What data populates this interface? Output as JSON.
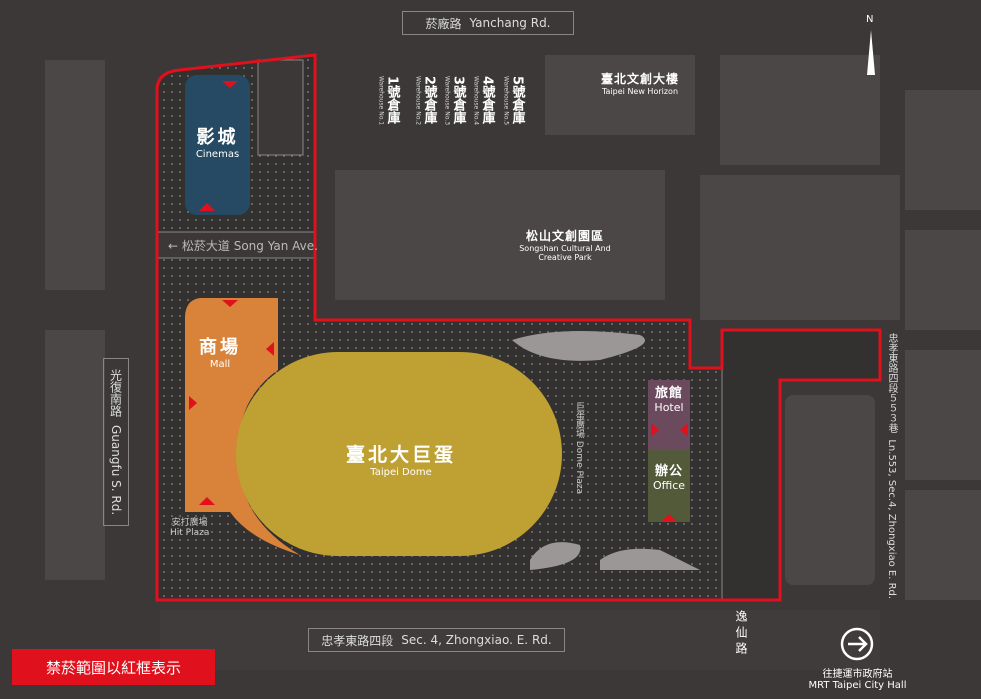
{
  "roads": {
    "yanchang": {
      "zh": "菸廠路",
      "en": "Yanchang Rd."
    },
    "songyan": {
      "zh": "← 松菸大道",
      "en": "Song Yan Ave."
    },
    "guangfu": {
      "zh": "光復南路",
      "en": "Guangfu S. Rd."
    },
    "zhongxiao": {
      "zh": "忠孝東路四段",
      "en": "Sec. 4, Zhongxiao. E. Rd."
    },
    "lane553": {
      "zh": "忠孝東路四段５５３巷",
      "en": "Ln.553, Sec.4, Zhongxiao E. Rd."
    },
    "yixian": {
      "zh": "逸仙路"
    }
  },
  "buildings": {
    "cinemas": {
      "zh": "影城",
      "en": "Cinemas"
    },
    "mall": {
      "zh": "商場",
      "en": "Mall"
    },
    "dome": {
      "zh": "臺北大巨蛋",
      "en": "Taipei Dome"
    },
    "hotel": {
      "zh": "旅館",
      "en": "Hotel"
    },
    "office": {
      "zh": "辦公",
      "en": "Office"
    },
    "hit_plaza": {
      "zh": "安打廣場",
      "en": "Hit Plaza"
    },
    "dome_plaza": {
      "zh": "巨蛋廣場",
      "en": "Dome Plaza"
    },
    "new_horizon": {
      "zh": "臺北文創大樓",
      "en": "Taipei New Horizon"
    },
    "songshan": {
      "zh": "松山文創園區",
      "en1": "Songshan Cultural And",
      "en2": "Creative Park"
    },
    "warehouses": [
      {
        "num": "1",
        "zh": "號倉庫",
        "en": "Warehouse No.1"
      },
      {
        "num": "2",
        "zh": "號倉庫",
        "en": "Warehouse No.2"
      },
      {
        "num": "3",
        "zh": "號倉庫",
        "en": "Warehouse No.3"
      },
      {
        "num": "4",
        "zh": "號倉庫",
        "en": "Warehouse No.4"
      },
      {
        "num": "5",
        "zh": "號倉庫",
        "en": "Warehouse No.5"
      }
    ]
  },
  "mrt": {
    "zh": "往捷運市政府站",
    "en": "MRT Taipei City Hall"
  },
  "compass": "N",
  "notice": "禁菸範圍以紅框表示",
  "colors": {
    "boundary": "#e0101c",
    "cinemas": "#264a63",
    "mall": "#d9823a",
    "dome": "#bfa033",
    "hotel": "#6b4a5d",
    "office": "#525a3a"
  }
}
